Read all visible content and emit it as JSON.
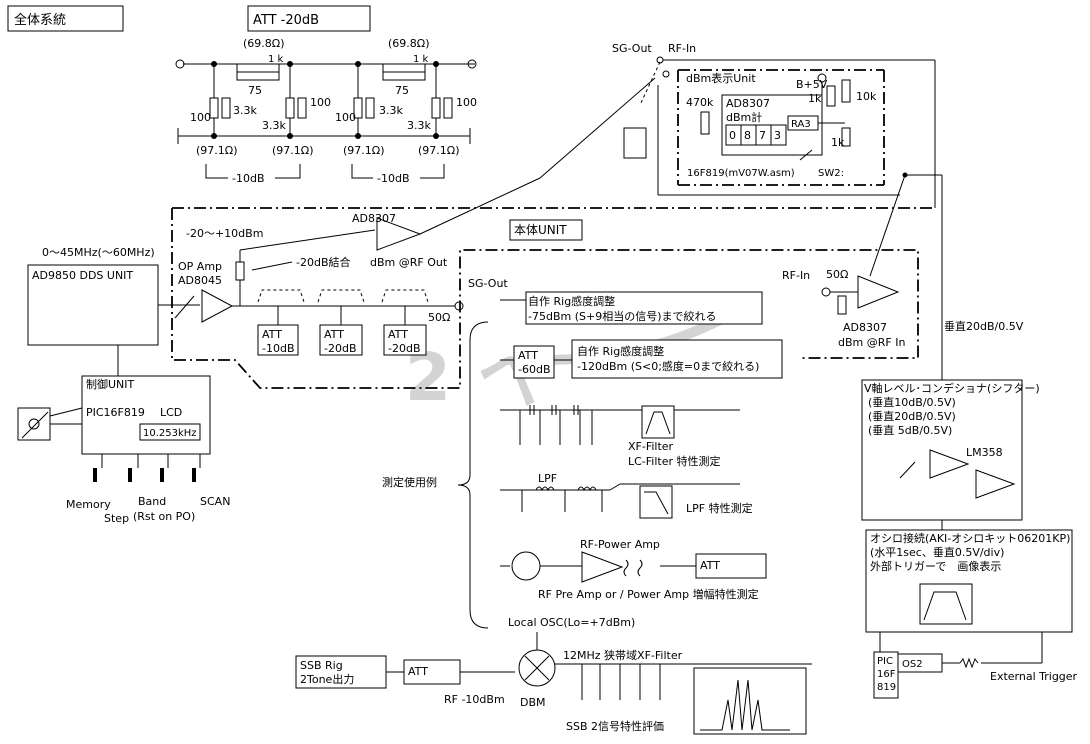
{
  "title": "全体系統",
  "att_panel": {
    "title": "ATT -20dB",
    "r_in": "(69.8Ω)",
    "r_out": "(97.1Ω)",
    "r1k": "1 k",
    "r75": "75",
    "r100": "100",
    "r33k": "3.3k",
    "step": "-10dB"
  },
  "dds": {
    "range": "0～45MHz(～60MHz)",
    "label": "AD9850 DDS UNIT"
  },
  "control": {
    "title": "制御UNIT",
    "pic": "PIC16F819",
    "lcd": "LCD",
    "freq": "10.253kHz"
  },
  "buttons": {
    "memory": "Memory",
    "step": "Step",
    "band": "Band",
    "band_sub": "(Rst on PO)",
    "scan": "SCAN"
  },
  "main_unit": {
    "label": "本体UNIT",
    "op_amp": "OP Amp",
    "op_part": "AD8045",
    "gain": "-20～+10dBm",
    "coupling": "-20dB結合",
    "ad8307": "AD8307",
    "rf_out": "dBm @RF Out",
    "att": [
      "ATT",
      "ATT",
      "ATT"
    ],
    "att_val": [
      "-10dB",
      "-20dB",
      "-20dB"
    ],
    "ohm50": "50Ω",
    "sg_out": "SG-Out"
  },
  "dbm_unit": {
    "sg_out": "SG-Out",
    "rf_in": "RF-In",
    "title": "dBm表示Unit",
    "b5v": "B+5V",
    "r470k": "470k",
    "ic": "AD8307",
    "meter": "dBm計",
    "digits": [
      "0",
      "8",
      "7",
      "3"
    ],
    "ra3": "RA3",
    "r1k_a": "1k",
    "r10k": "10k",
    "r1k_b": "1k",
    "pic": "16F819(mV07W.asm)",
    "sw": "SW2:"
  },
  "rfin_unit": {
    "rf_in": "RF-In",
    "ohm50": "50Ω",
    "ic": "AD8307",
    "label": "dBm @RF In",
    "scale": "垂直20dB/0.5V"
  },
  "shifter": {
    "title": "V軸レベル･コンデショナ(シフター)",
    "lines": [
      "(垂直10dB/0.5V)",
      "(垂直20dB/0.5V)",
      "(垂直 5dB/0.5V)"
    ],
    "amp": "LM358"
  },
  "scope": {
    "title": "オシロ接続(AKI-オシロキット06201KP)",
    "line1": "(水平1sec、垂直0.5V/div)",
    "line2": "外部トリガーで　画像表示",
    "pic_lines": [
      "PIC",
      "16F",
      "819"
    ],
    "os2": "OS2",
    "trigger": "External Trigger"
  },
  "examples": {
    "label": "測定使用例",
    "ex1": [
      "自作 Rig感度調整",
      "-75dBm (S+9相当の信号)まで絞れる"
    ],
    "ex2_att": [
      "ATT",
      "-60dB"
    ],
    "ex2": [
      "自作 Rig感度調整",
      "-120dBm (S<0;感度=0まで絞れる)"
    ],
    "xf": [
      "XF-Filter",
      "LC-Filter  特性測定"
    ],
    "lpf": "LPF",
    "lpf_label": "LPF  特性測定",
    "rfpa": "RF-Power Amp",
    "att": "ATT",
    "rfpa_label": "RF Pre Amp or / Power Amp  増幅特性測定"
  },
  "ssb": {
    "local": "Local OSC(Lo=+7dBm)",
    "rig": [
      "SSB  Rig",
      "2Tone出力"
    ],
    "att": "ATT",
    "rf": "RF  -10dBm",
    "dbm": "DBM",
    "filter": "12MHz 狭帯域XF-Filter",
    "eval": "SSB  2信号特性評価"
  },
  "watermark": "2",
  "watermark_arc": "ペ"
}
